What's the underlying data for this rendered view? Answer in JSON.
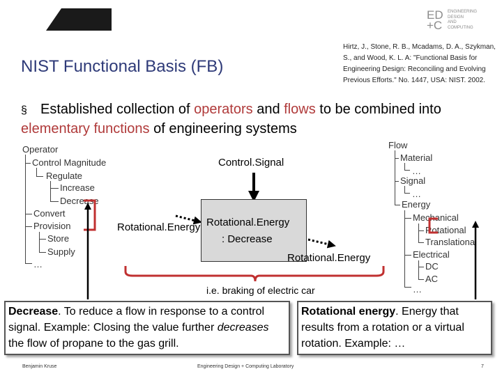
{
  "logo": {
    "big_line1": "ED",
    "big_line2": "+C",
    "small_lines": [
      "ENGINEERING",
      "DESIGN",
      "AND",
      "COMPUTING"
    ]
  },
  "title": "NIST Functional Basis (FB)",
  "citation": "Hirtz, J., Stone, R. B., Mcadams, D. A., Szykman, S., and Wood, K. L. A: \"Functional Basis for Engineering Design: Reconciling and Evolving Previous Efforts.\" No. 1447, USA: NIST. 2002.",
  "bullet": {
    "marker": "§",
    "part1": "Established collection of ",
    "operators": "operators",
    "part2": " and ",
    "flows": "flows",
    "part3": " to be combined into ",
    "elementary": "elementary functions",
    "part4": " of engineering systems"
  },
  "operator_tree": {
    "root": "Operator",
    "control_magnitude": "Control Magnitude",
    "regulate": "Regulate",
    "increase": "Increase",
    "decrease": "Decrease",
    "convert": "Convert",
    "provision": "Provision",
    "store": "Store",
    "supply": "Supply",
    "ellipsis": "…"
  },
  "flow_tree": {
    "root": "Flow",
    "material": "Material",
    "ellipsis1": "…",
    "signal": "Signal",
    "ellipsis2": "…",
    "energy": "Energy",
    "mechanical": "Mechanical",
    "rotational": "Rotational",
    "translational": "Translational",
    "electrical": "Electrical",
    "dc": "DC",
    "ac": "AC",
    "ellipsis3": "…"
  },
  "diagram": {
    "control_signal": "Control.Signal",
    "input_label": "Rotational.Energy",
    "box_line1": "Rotational.Energy",
    "box_line2": ": Decrease",
    "output_label": "Rotational.Energy",
    "example": "i.e. braking of electric car"
  },
  "definition_left": {
    "term": "Decrease",
    "text1": ". To reduce a flow in response to a control signal. Example: Closing the value further ",
    "emph": "decreases",
    "text2": " the flow of propane to the gas grill."
  },
  "definition_right": {
    "term": "Rotational energy",
    "text": ". Energy that results from a rotation or a virtual rotation. Example: …"
  },
  "footer": {
    "author": "Benjamin Kruse",
    "lab": "Engineering Design + Computing Laboratory",
    "page": "7"
  }
}
